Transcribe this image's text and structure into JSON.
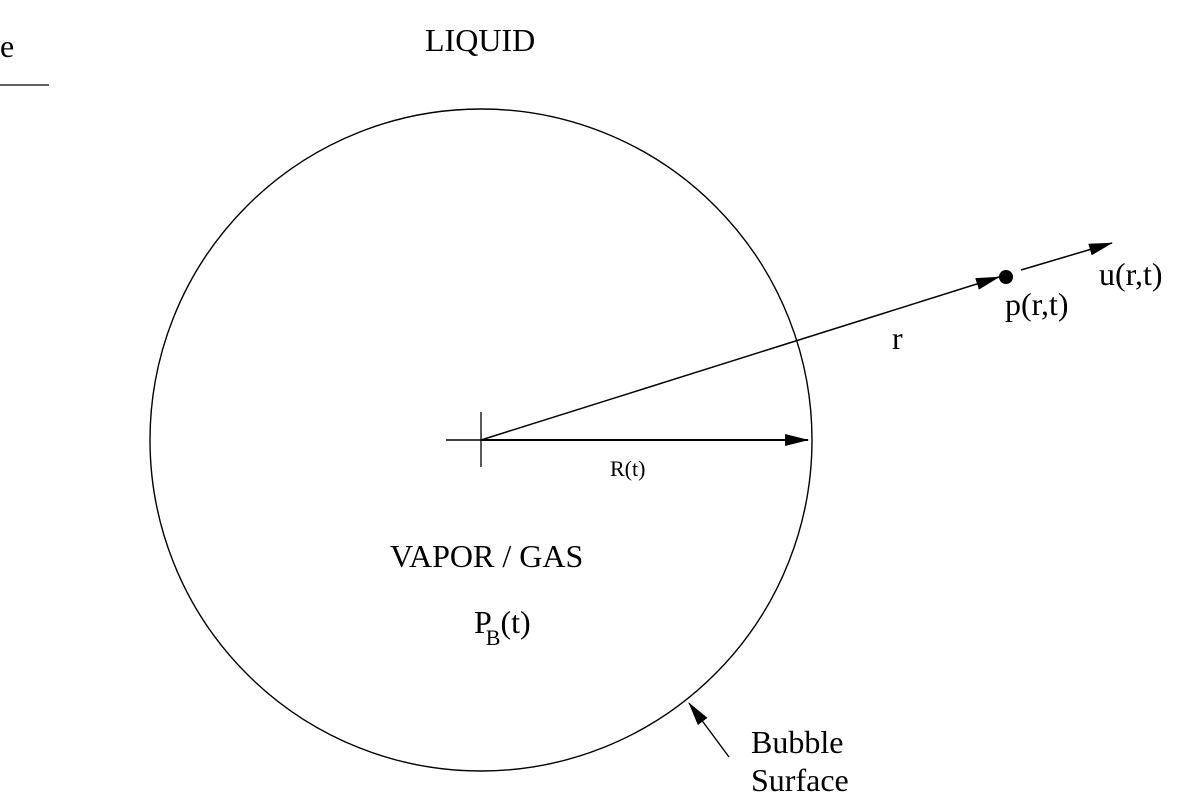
{
  "diagram": {
    "title_label": "LIQUID",
    "corner_fragment": "e",
    "interior_label": "VAPOR / GAS",
    "pressure_label": {
      "main": "P",
      "subscript": "B",
      "suffix": "(t)"
    },
    "radius_label": "R(t)",
    "radial_distance_label": "r",
    "point_pressure_label": "p(r,t)",
    "velocity_label": "u(r,t)",
    "surface_label_line1": "Bubble",
    "surface_label_line2": "Surface",
    "colors": {
      "stroke": "#000000",
      "background": "#ffffff"
    }
  }
}
